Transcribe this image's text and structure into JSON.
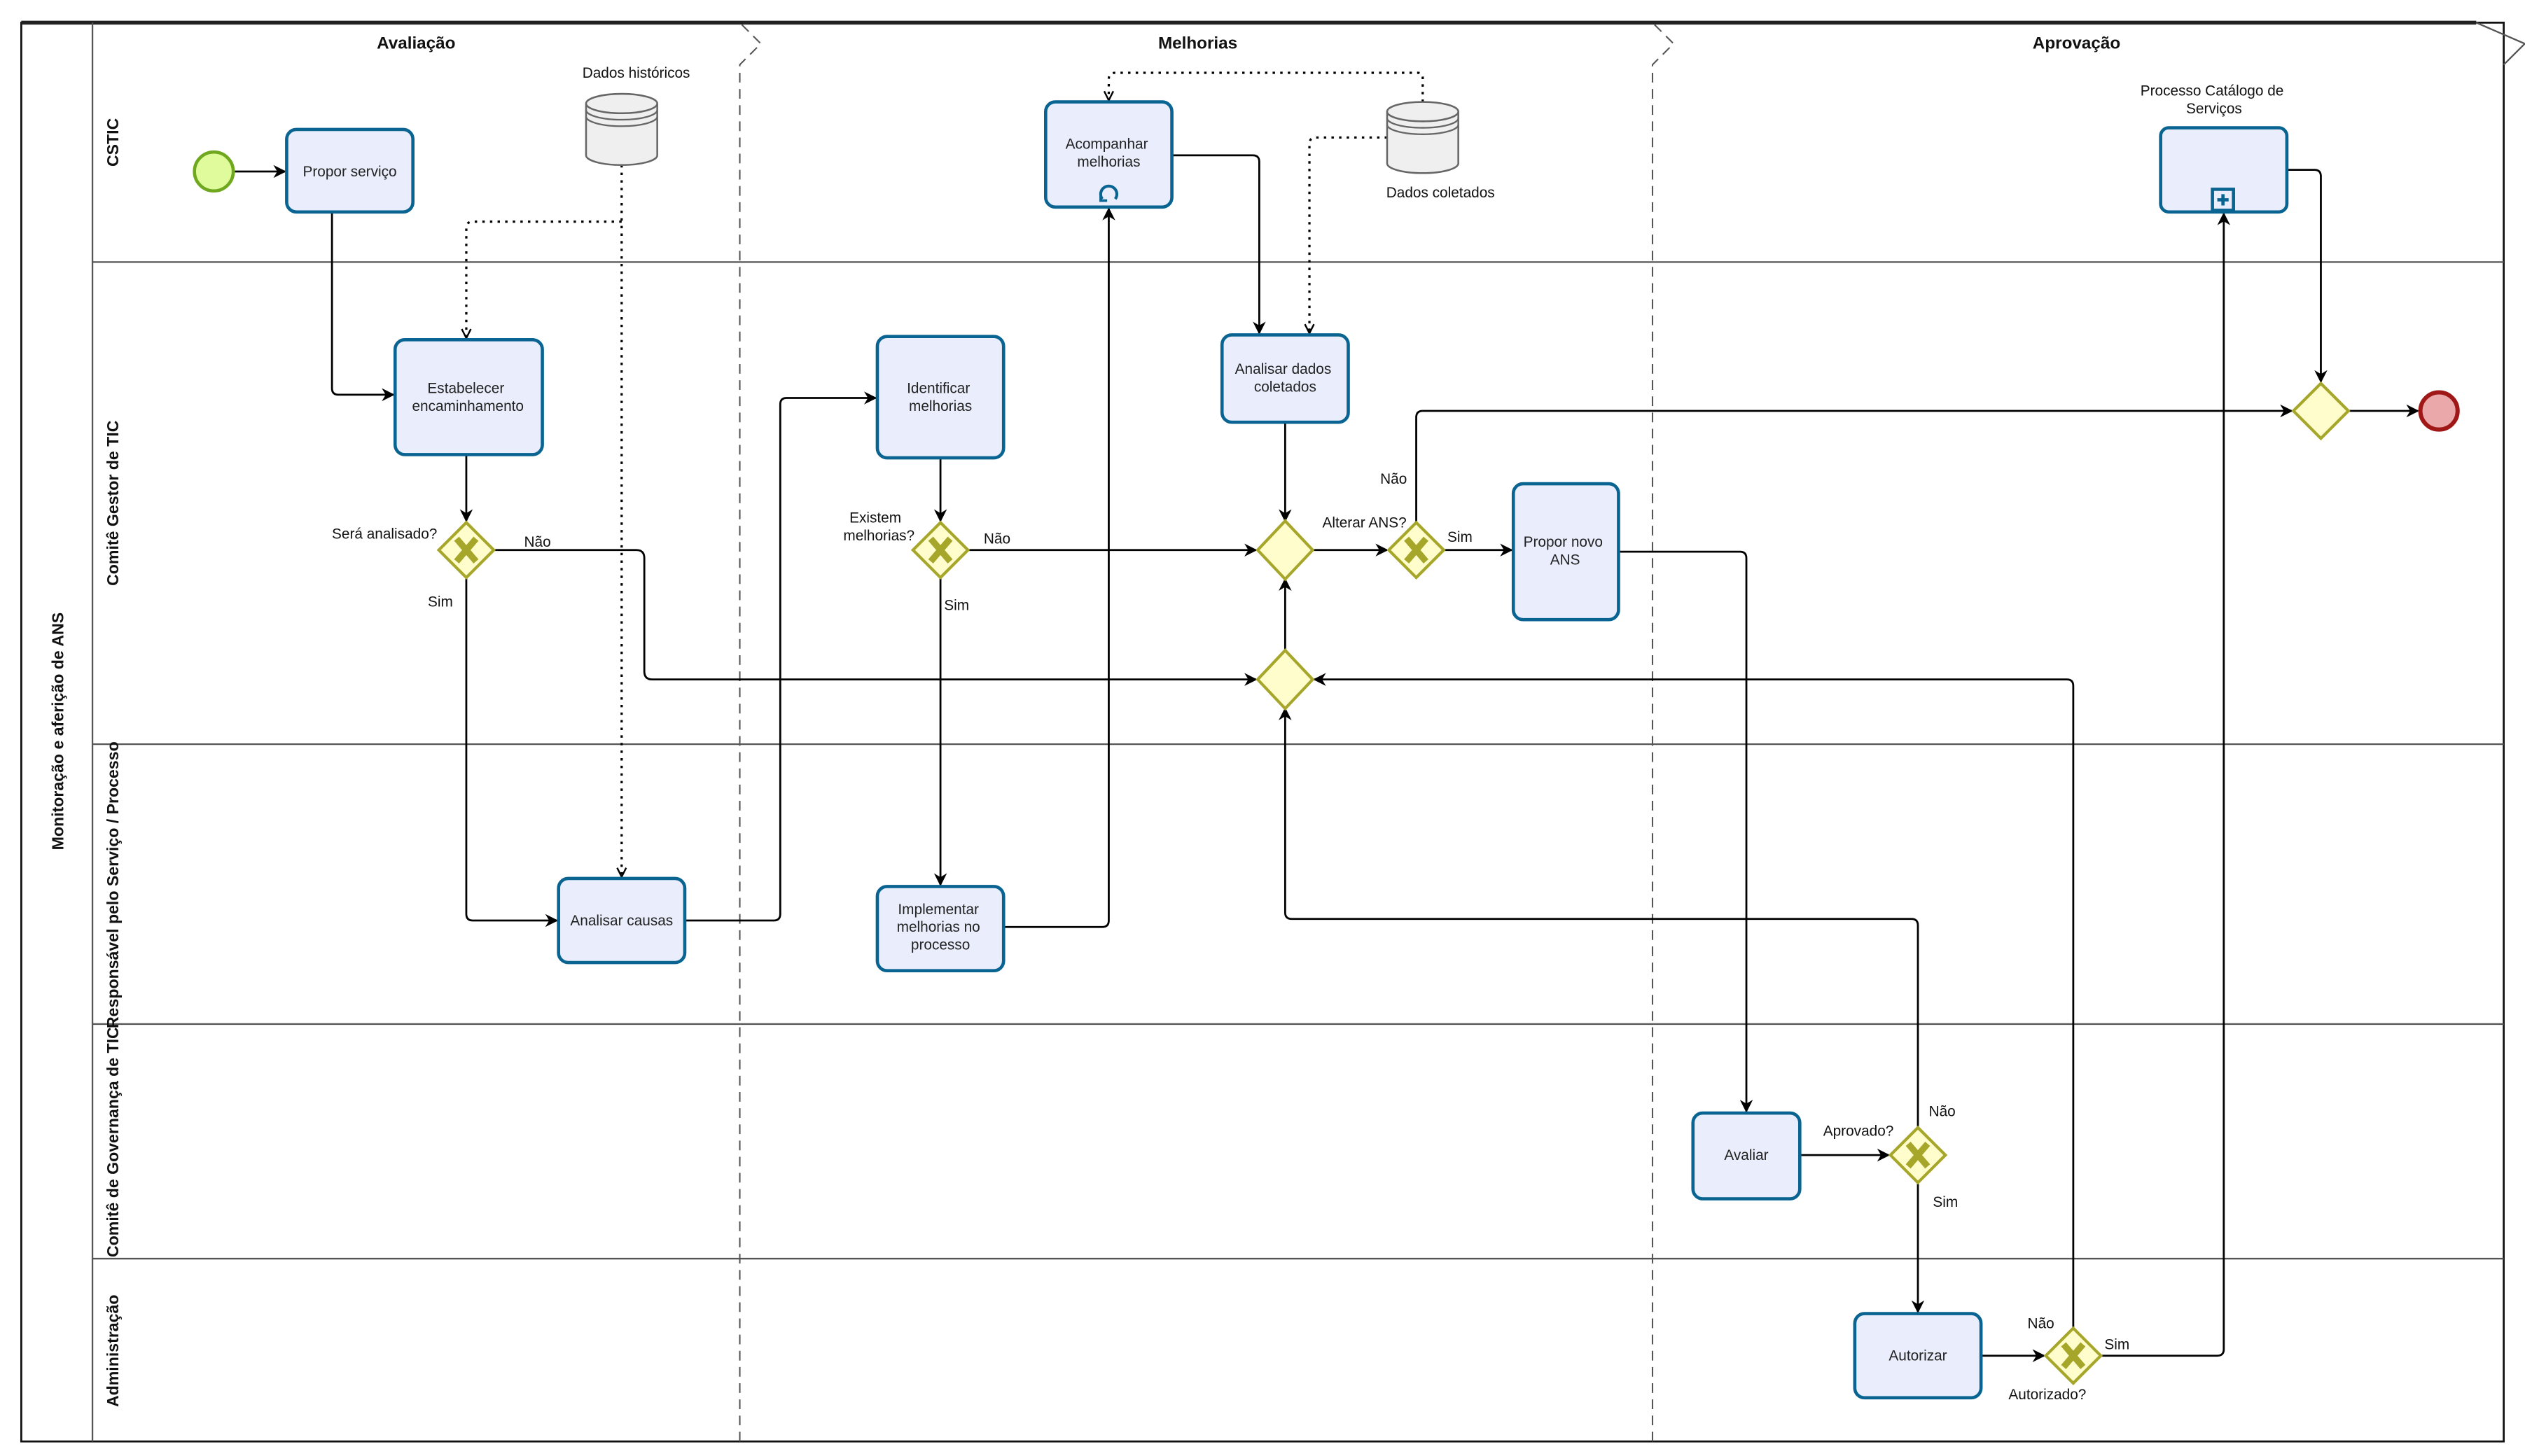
{
  "pool": {
    "label": "Monitoração e aferição de ANS"
  },
  "phases": [
    {
      "id": "avaliacao",
      "label": "Avaliação"
    },
    {
      "id": "melhorias",
      "label": "Melhorias"
    },
    {
      "id": "aprovacao",
      "label": "Aprovação"
    }
  ],
  "lanes": [
    {
      "id": "cstic",
      "label": "CSTIC"
    },
    {
      "id": "comite-gestor",
      "label": "Comitê Gestor de TIC"
    },
    {
      "id": "responsavel",
      "label": "Responsável pelo Serviço / Processo"
    },
    {
      "id": "comite-governanca",
      "label": "Comitê de Governança de TIC"
    },
    {
      "id": "administracao",
      "label": "Administração"
    }
  ],
  "tasks": {
    "propor_servico": [
      "Propor serviço"
    ],
    "estabelecer": [
      "Estabelecer",
      "encaminhamento"
    ],
    "analisar_causas": [
      "Analisar causas"
    ],
    "identificar": [
      "Identificar",
      "melhorias"
    ],
    "implementar": [
      "Implementar",
      "melhorias no",
      "processo"
    ],
    "acompanhar": [
      "Acompanhar",
      "melhorias"
    ],
    "analisar_dados": [
      "Analisar dados",
      "coletados"
    ],
    "propor_ans": [
      "Propor novo",
      "ANS"
    ],
    "avaliar": [
      "Avaliar"
    ],
    "autorizar": [
      "Autorizar"
    ]
  },
  "subprocess": {
    "label_lines": [
      "Processo Catálogo de",
      "Serviços"
    ],
    "marker": "plus-icon"
  },
  "data_stores": {
    "historicos": "Dados históricos",
    "coletados": "Dados coletados"
  },
  "gateways": {
    "sera_analisado": "Será analisado?",
    "existem_melhorias": [
      "Existem",
      "melhorias?"
    ],
    "alterar_ans": "Alterar ANS?",
    "aprovado": "Aprovado?",
    "autorizado": "Autorizado?"
  },
  "flow_labels": {
    "sera_sim": "Sim",
    "sera_nao": "Não",
    "existem_sim": "Sim",
    "existem_nao": "Não",
    "alterar_sim": "Sim",
    "alterar_nao": "Não",
    "aprovado_sim": "Sim",
    "aprovado_nao": "Não",
    "autorizado_sim": "Sim",
    "autorizado_nao": "Não"
  },
  "events": {
    "start": "start-event",
    "end": "end-event"
  },
  "colors": {
    "task_fill": "#eaeefc",
    "task_stroke": "#0a6492",
    "gateway_fill": "#fffdcc",
    "gateway_stroke": "#a6a62a",
    "start_fill": "#e0fb9c",
    "end_fill": "#eba8aa",
    "end_stroke": "#a01717"
  }
}
